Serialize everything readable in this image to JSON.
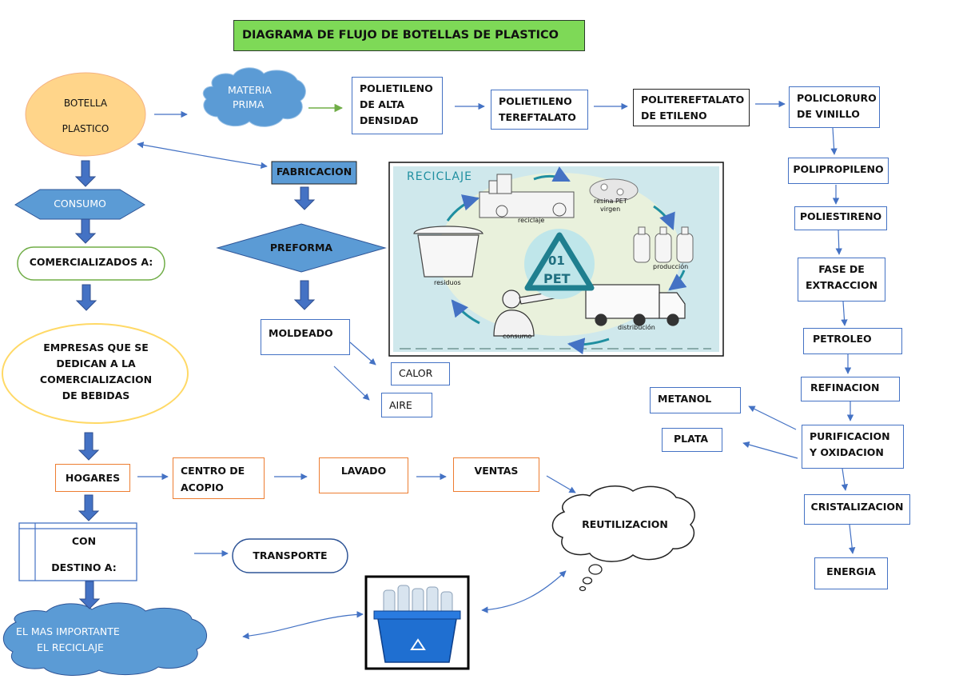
{
  "title": "DIAGRAMA DE FLUJO  DE BOTELLAS DE PLASTICO",
  "left": {
    "botella_1": "BOTELLA",
    "botella_2": "PLASTICO",
    "consumo": "CONSUMO",
    "comercializados": "COMERCIALIZADOS A:",
    "empresas_1": "EMPRESAS QUE SE",
    "empresas_2": "DEDICAN A LA",
    "empresas_3": "COMERCIALIZACION",
    "empresas_4": "DE BEBIDAS",
    "hogares": "HOGARES",
    "con": "CON",
    "destino": "DESTINO A:",
    "reciclaje_1": "EL MAS IMPORTANTE",
    "reciclaje_2": "EL RECICLAJE"
  },
  "middle": {
    "materia_1": "MATERIA",
    "materia_2": "PRIMA",
    "fabricacion": "FABRICACION",
    "preforma": "PREFORMA",
    "moldeado": "MOLDEADO",
    "calor": "CALOR",
    "aire": "AIRE",
    "centro_1": "CENTRO DE",
    "centro_2": "ACOPIO",
    "lavado": "LAVADO",
    "ventas": "VENTAS",
    "transporte": "TRANSPORTE",
    "reutilizacion": "REUTILIZACION"
  },
  "top_chain": {
    "pead_1": "POLIETILENO",
    "pead_2": "DE ALTA",
    "pead_3": "DENSIDAD",
    "pet_1": "POLIETILENO",
    "pet_2": "TEREFTALATO",
    "polit_1": "POLITEREFTALATO",
    "polit_2": "DE ETILENO",
    "pvc_1": "POLICLORURO",
    "pvc_2": "DE VINILLO"
  },
  "right_chain": {
    "polipropileno": "POLIPROPILENO",
    "poliestireno": "POLIESTIRENO",
    "fase_1": "FASE DE",
    "fase_2": "EXTRACCION",
    "petroleo": "PETROLEO",
    "refinacion": "REFINACION",
    "purif_1": "PURIFICACION",
    "purif_2": "Y OXIDACION",
    "metanol": "METANOL",
    "plata": "PLATA",
    "cristalizacion": "CRISTALIZACION",
    "energia": "ENERGIA"
  },
  "recycle_image": {
    "heading": "RECICLAJE",
    "code": "01",
    "symbol": "PET",
    "reciclaje": "reciclaje",
    "resina_1": "resina PET",
    "resina_2": "virgen",
    "produccion": "producción",
    "distribucion": "distribución",
    "consumo": "consumo",
    "residuos": "residuos"
  },
  "icons": {
    "bin": "recycling-bin-with-bottles-icon"
  },
  "colors": {
    "title_bg": "#7ed957",
    "cloud_blue": "#5b9bd5",
    "arrow_dark": "#2f5597",
    "line_blue": "#4472c4",
    "orange": "#ed7d31",
    "ellipse_fill": "#ffd58a",
    "yellow_line": "#ffd966",
    "green_line": "#70ad47"
  }
}
